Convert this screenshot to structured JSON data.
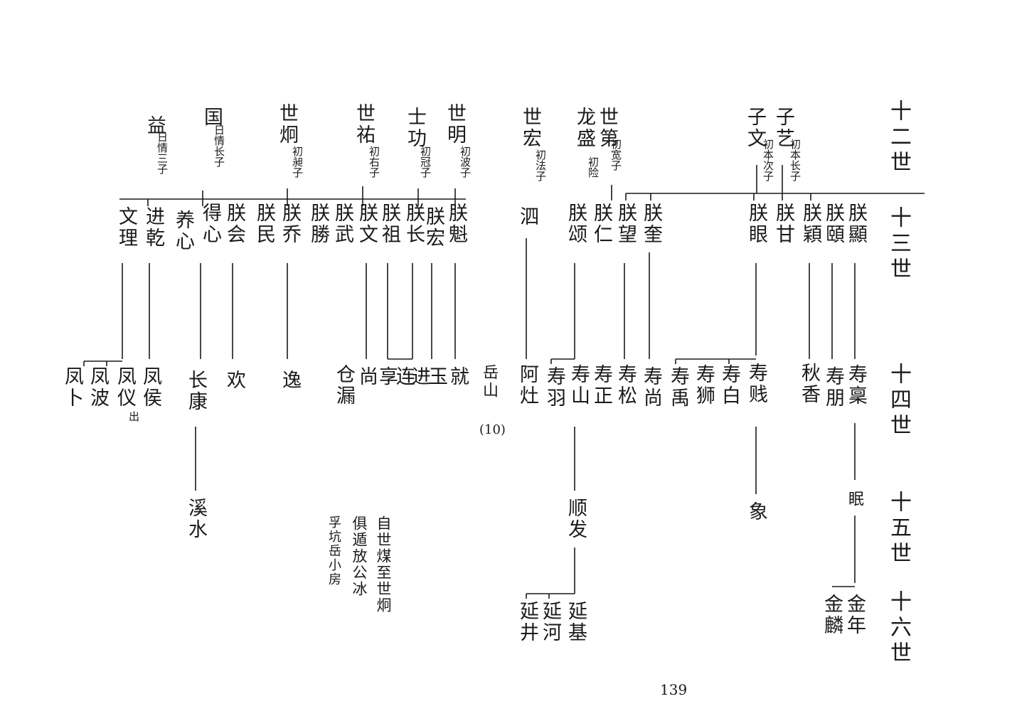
{
  "generation_labels": [
    "十二世",
    "十三世",
    "十四世",
    "十五世",
    "十六世"
  ],
  "g12": [
    {
      "name": "子艺",
      "note": "初本长子"
    },
    {
      "name": "子文",
      "note": "初本次子"
    },
    {
      "name": "世第",
      "note": "初宽子"
    },
    {
      "name": "龙盛",
      "note": "初险"
    },
    {
      "name": "世宏",
      "note": "初法子"
    },
    {
      "name": "世明",
      "note": "初波子"
    },
    {
      "name": "士功",
      "note": "初冠子"
    },
    {
      "name": "世祐",
      "note": "初右子"
    },
    {
      "name": "世炯",
      "note": "初昶子"
    },
    {
      "name": "国",
      "note": "日情长子"
    },
    {
      "name": "益",
      "note": "日情三子"
    }
  ],
  "g13": [
    "朕顯",
    "朕頤",
    "朕穎",
    "朕甘",
    "朕眼",
    "朕奎",
    "朕望",
    "朕仁",
    "朕颂",
    "泗",
    "朕魁",
    "朕宏",
    "朕长",
    "朕祖",
    "朕文",
    "朕武",
    "朕勝",
    "朕乔",
    "朕民",
    "朕会",
    "得心",
    "养心",
    "进乾",
    "文理"
  ],
  "g14": [
    "寿稟",
    "寿朋",
    "秋香",
    "寿贱",
    "寿白",
    "寿狮",
    "寿禹",
    "寿尚",
    "寿松",
    "寿正",
    "寿山",
    "寿羽",
    "阿灶",
    "岳山",
    "就",
    "玉",
    "进",
    "连",
    "享",
    "尚",
    "仓漏",
    "逸",
    "欢",
    "长康",
    "凤侯",
    "凤仪",
    "出",
    "凤波",
    "凤卜"
  ],
  "g15": [
    "眠",
    "象",
    "顺发",
    "溪水"
  ],
  "g16": [
    "金年",
    "金麟",
    "延基",
    "延河",
    "延井"
  ],
  "page_mark": "(10)",
  "note_lines": [
    "自世煤至世炯",
    "俱遁放公冰",
    "孚坑岳小房"
  ],
  "page_number": "139"
}
